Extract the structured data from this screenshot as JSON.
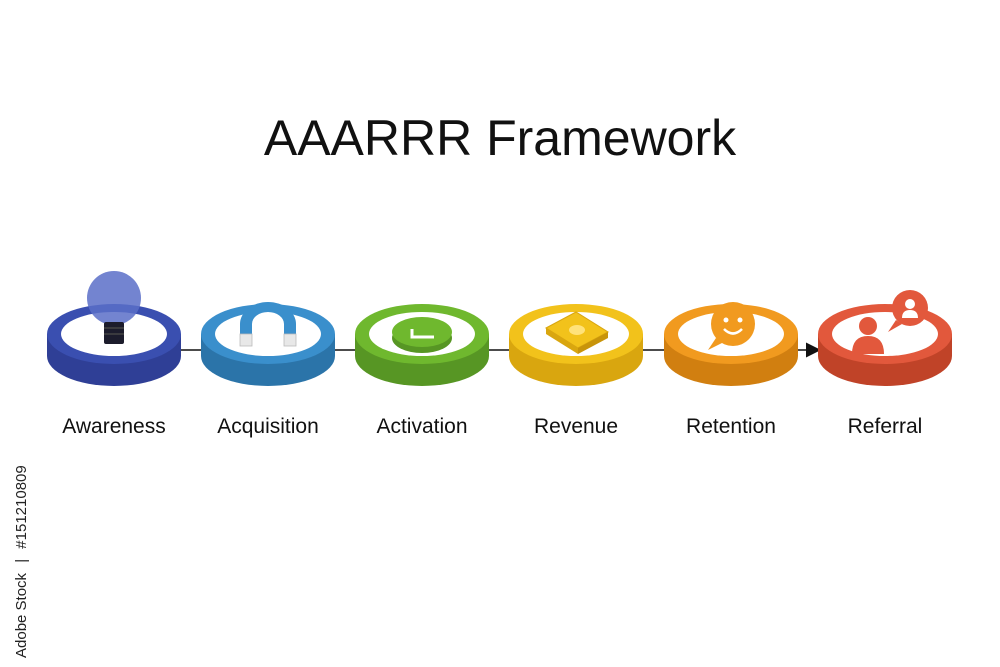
{
  "title": "AAARRR Framework",
  "stages": [
    {
      "label": "Awareness",
      "color": "#3a4fb0",
      "icon": "lightbulb-icon"
    },
    {
      "label": "Acquisition",
      "color": "#3a8fcc",
      "icon": "magnet-icon"
    },
    {
      "label": "Activation",
      "color": "#6fb82e",
      "icon": "check-icon"
    },
    {
      "label": "Revenue",
      "color": "#f2c21b",
      "icon": "money-icon"
    },
    {
      "label": "Retention",
      "color": "#f19a1f",
      "icon": "smiley-chat-icon"
    },
    {
      "label": "Referral",
      "color": "#e2583c",
      "icon": "referral-people-icon"
    }
  ],
  "watermark_id": "#151210809",
  "watermark_brand": "Adobe Stock"
}
